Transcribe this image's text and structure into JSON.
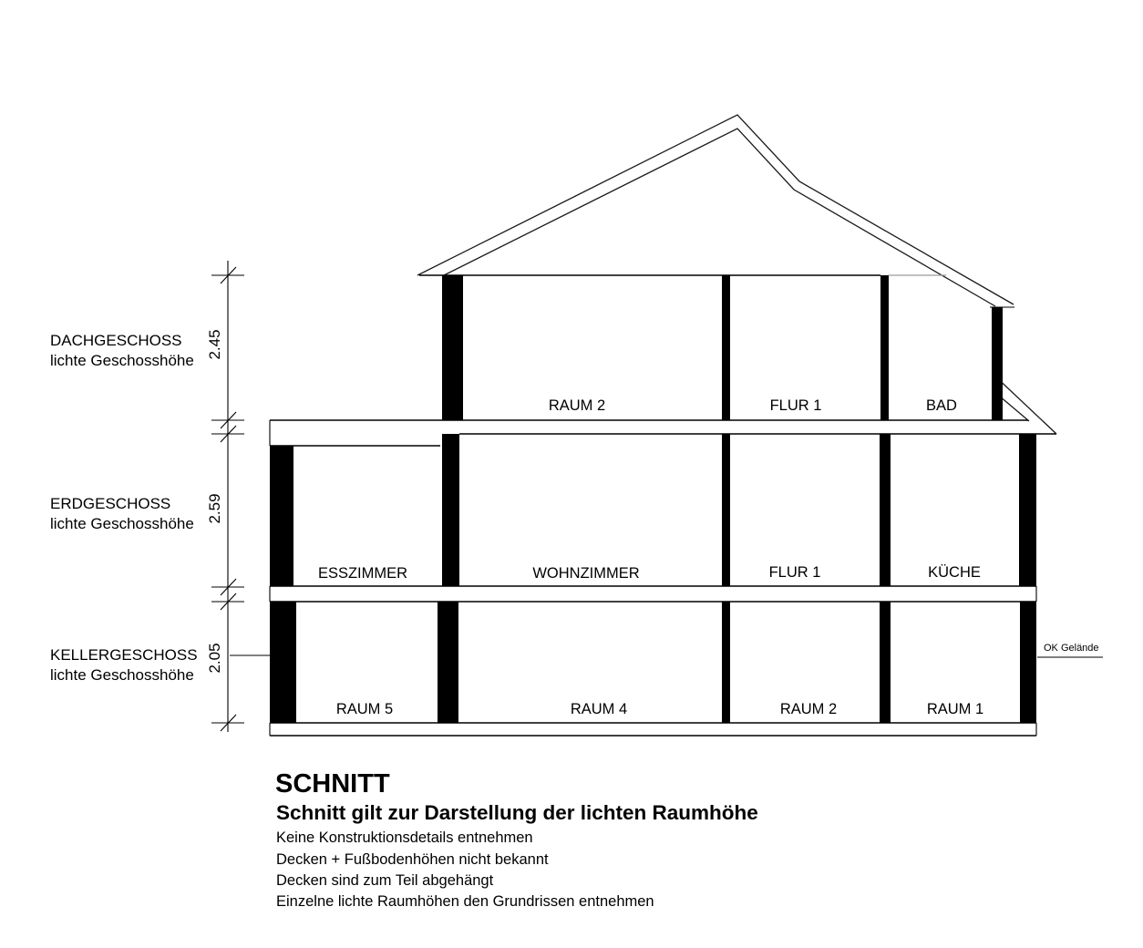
{
  "drawing_type": "building-section",
  "floors": [
    {
      "name": "DACHGESCHOSS",
      "subtitle": "lichte Geschosshöhe",
      "clear_height": "2.45",
      "rooms": [
        {
          "label": "RAUM 2"
        },
        {
          "label": "FLUR 1"
        },
        {
          "label": "BAD"
        }
      ]
    },
    {
      "name": "ERDGESCHOSS",
      "subtitle": "lichte Geschosshöhe",
      "clear_height": "2.59",
      "rooms": [
        {
          "label": "ESSZIMMER"
        },
        {
          "label": "WOHNZIMMER"
        },
        {
          "label": "FLUR 1"
        },
        {
          "label": "KÜCHE"
        }
      ]
    },
    {
      "name": "KELLERGESCHOSS",
      "subtitle": "lichte Geschosshöhe",
      "clear_height": "2.05",
      "rooms": [
        {
          "label": "RAUM 5"
        },
        {
          "label": "RAUM 4"
        },
        {
          "label": "RAUM 2"
        },
        {
          "label": "RAUM 1"
        }
      ]
    }
  ],
  "annotations": {
    "ground_level": "OK Gelände"
  },
  "title_block": {
    "title": "SCHNITT",
    "subtitle": "Schnitt gilt zur Darstellung der lichten Raumhöhe",
    "notes": [
      "Keine Konstruktionsdetails entnehmen",
      "Decken + Fußbodenhöhen nicht bekannt",
      "Decken sind zum Teil abgehängt",
      "Einzelne lichte Raumhöhen den Grundrissen entnehmen"
    ]
  },
  "colors": {
    "line": "#000000",
    "secondary_line": "#9a9a9a",
    "background": "#ffffff"
  }
}
